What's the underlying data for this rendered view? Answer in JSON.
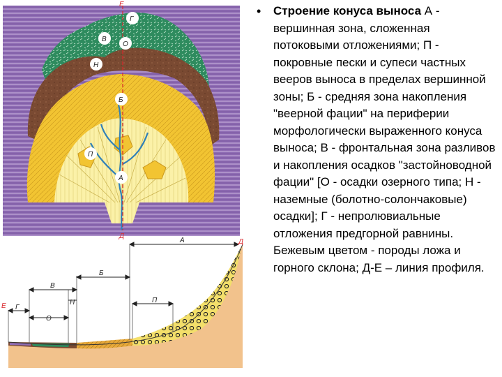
{
  "caption": {
    "bullet": "•",
    "title": "Строение конуса выноса",
    "body": " А - вершинная зона, сложенная потоковыми  отложениями; П - покровные пески и супеси частных вееров выноса в пределах вершинной зоны; Б - средняя зона накопления \"веерной фации\" на периферии морфологически выраженного конуса выноса; В - фронтальная зона разливов и накопления осадков \"застойноводной фации\" [О - осадки озерного типа; Н - наземные (болотно-солончаковые) осадки]; Г - непролювиальные отложения предгорной равнины. Бежевым цветом - породы ложа и горного склона; Д-Е – линия профиля."
  },
  "map": {
    "profile_end_top": "Е",
    "profile_end_bottom": "Д",
    "zone_labels": {
      "g": "Г",
      "v": "В",
      "o": "О",
      "n": "Н",
      "b": "Б",
      "p": "П",
      "a": "А"
    },
    "colors": {
      "plain": "#8e6bb3",
      "lake": "#2e8b5e",
      "bog": "#7a4a32",
      "fan": "#f2c432",
      "apex": "#fbf1a8",
      "channel": "#2f80b8",
      "line": "#d9262b"
    }
  },
  "profile": {
    "point_d": "Д",
    "point_e": "Е",
    "zone_labels": {
      "a": "А",
      "b": "Б",
      "v": "В",
      "n": "Н",
      "g": "Г",
      "o": "О",
      "p": "П"
    },
    "colors": {
      "bedrock": "#f2c28c",
      "apex": "#f3df6a",
      "mid": "#e7a93a",
      "bog": "#7a4a32",
      "lake": "#2e8b5e",
      "plain": "#8e6bb3"
    }
  }
}
